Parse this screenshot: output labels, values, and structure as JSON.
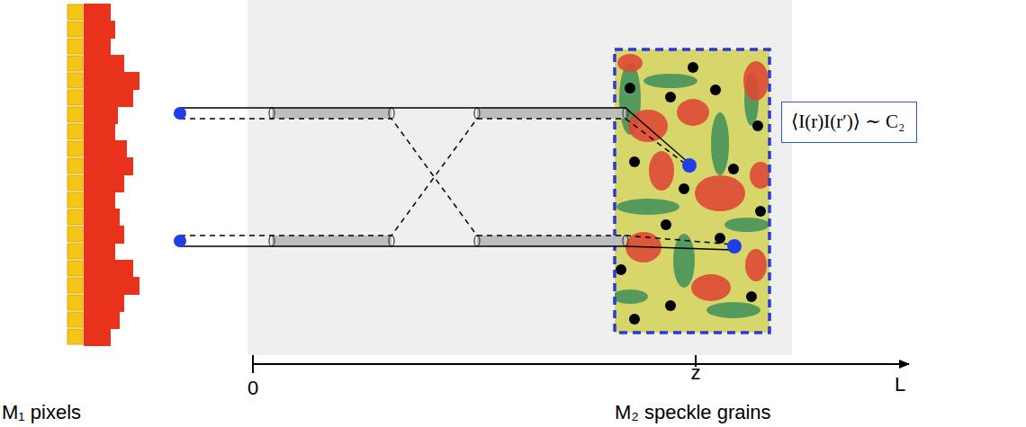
{
  "diagram": {
    "nodes": [
      {
        "text": [
          "⟨I(r)I(r′)⟩ ∼ C₂"
        ]
      }
    ],
    "labels": [
      "0",
      "z",
      "L",
      "M₁ pixels",
      "M₂ speckle grains"
    ]
  }
}
